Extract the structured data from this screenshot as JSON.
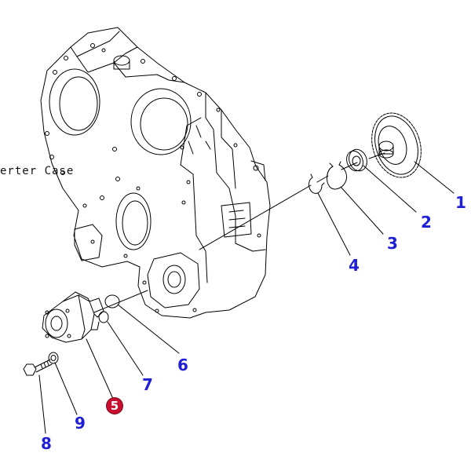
{
  "diagram": {
    "case_label": "erter Case",
    "callouts": [
      {
        "num": "1",
        "id": "part-1"
      },
      {
        "num": "2",
        "id": "part-2"
      },
      {
        "num": "3",
        "id": "part-3"
      },
      {
        "num": "4",
        "id": "part-4"
      },
      {
        "num": "5",
        "id": "part-5",
        "highlighted": true
      },
      {
        "num": "6",
        "id": "part-6"
      },
      {
        "num": "7",
        "id": "part-7"
      },
      {
        "num": "8",
        "id": "part-8"
      },
      {
        "num": "9",
        "id": "part-9"
      }
    ],
    "colors": {
      "callout": "#1f1fd6",
      "highlight": "#c8102e",
      "line": "#000000"
    }
  }
}
